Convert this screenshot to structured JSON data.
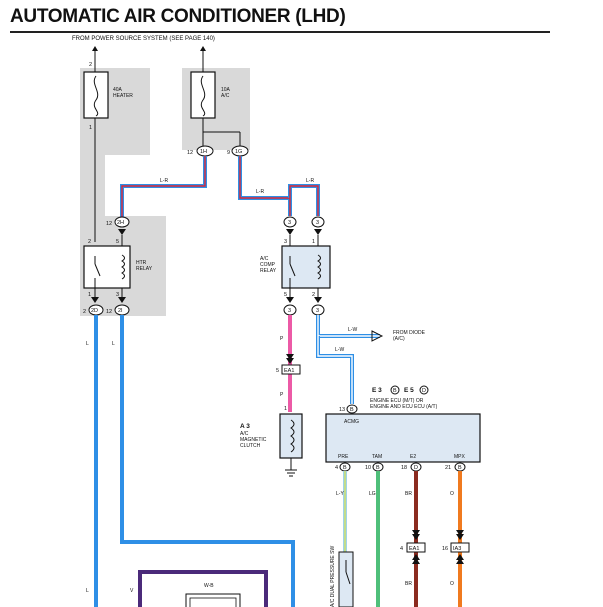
{
  "title": "AUTOMATIC AIR CONDITIONER (LHD)",
  "subtitle": "FROM POWER SOURCE SYSTEM (SEE PAGE 140)",
  "fuses": {
    "heater": {
      "line1": "40A",
      "line2": "HEATER"
    },
    "ac": {
      "line1": "10A",
      "line2": "A/C"
    }
  },
  "relays": {
    "htr": {
      "line1": "HTR",
      "line2": "RELAY"
    },
    "ac_comp": {
      "line1": "A/C",
      "line2": "COMP",
      "line3": "RELAY"
    }
  },
  "wire_colors": {
    "l_r_1": "L-R",
    "l_r_2": "L-R",
    "l_r_3": "L-R",
    "l_w_1": "L-W",
    "l_w_2": "L-W",
    "p_1": "P",
    "p_2": "P",
    "l_left": "L",
    "l_left_low": "L",
    "l_mid": "L",
    "l_y": "L-Y",
    "lg": "LG",
    "br_1": "BR",
    "br_2": "BR",
    "o_1": "O",
    "o_2": "O",
    "wb": "W-B",
    "v": "V"
  },
  "from_diode": {
    "line1": "FROM DIODE",
    "line2": "(A/C)"
  },
  "ecu": {
    "ids": "E 3",
    "ids2": "E 5",
    "badge1": "B",
    "badge2": "D",
    "line1": "ENGINE ECU (M/T) OR",
    "line2": "ENGINE AND ECU ECU (A/T)",
    "acmg": "ACMG",
    "pin_labels": [
      "PRE",
      "TAM",
      "E2",
      "MPX"
    ]
  },
  "clutch": {
    "id": "A 3",
    "line1": "A/C",
    "line2": "MAGNETIC",
    "line3": "CLUTCH"
  },
  "connector_codes": {
    "c1": "1H",
    "c2": "1G",
    "c3": "2H",
    "c4": "3",
    "c5": "3",
    "c6": "3",
    "c7": "3",
    "c8": "2D",
    "c9": "2I",
    "c10": "EA1",
    "c11": "B",
    "c12": "B",
    "c13": "B",
    "c14": "D",
    "c15": "B",
    "c16": "EA1",
    "c17": "IA3"
  },
  "pins": {
    "fuse_h_top": "2",
    "fuse_h_bot": "1",
    "c1_n": "12",
    "c2_n": "9",
    "c3_n": "12",
    "c4_n": "3",
    "c5_n": "1",
    "htr_p2": "2",
    "htr_p5": "5",
    "htr_p1": "1",
    "htr_p3": "3",
    "c8_n1": "2",
    "c8_n2": "12",
    "acr_p3": "3",
    "acr_p1": "1",
    "acr_p5": "5",
    "acr_p2": "2",
    "ea1_n": "5",
    "clutch_p1": "1",
    "acmg_n": "13",
    "pre_n": "4",
    "tam_n": "10",
    "e2_n": "18",
    "mpx_n": "21",
    "br_conn_n": "4",
    "o_conn_n": "16"
  },
  "sw": {
    "label": "A/C DUAL PRESSURE SW"
  },
  "colors": {
    "blue": "#2e8fe6",
    "red": "#d8283a",
    "pink": "#ec5aa6",
    "green": "#4fbf7a",
    "brown": "#8b2b1f",
    "orange": "#f07a1f",
    "purple": "#4b2a7a",
    "shade": "#d9d9d9",
    "relay_fill": "#dde8f3"
  }
}
